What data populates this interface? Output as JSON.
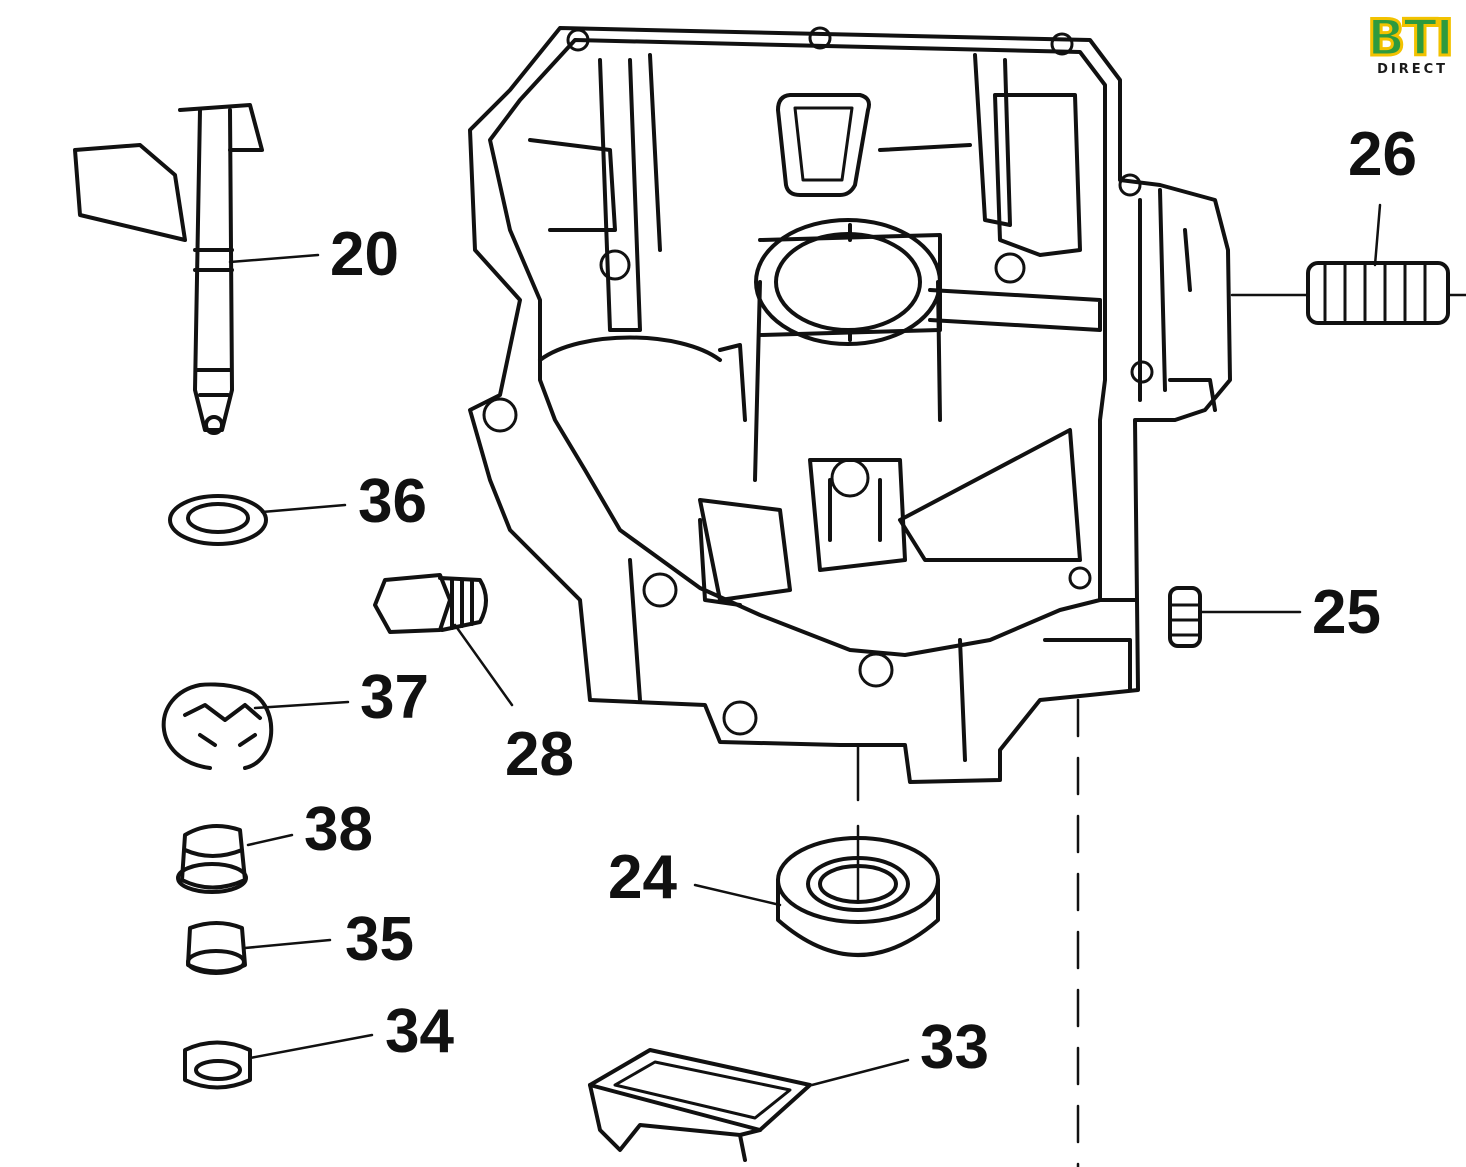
{
  "brand": {
    "name": "BTI",
    "tagline": "DIRECT",
    "colors": {
      "green": "#2e9a3e",
      "yellow": "#f2c200"
    }
  },
  "callouts": [
    "20",
    "36",
    "28",
    "37",
    "38",
    "35",
    "34",
    "24",
    "33",
    "26",
    "25"
  ],
  "colors": {
    "line": "#111111",
    "background": "#ffffff"
  }
}
